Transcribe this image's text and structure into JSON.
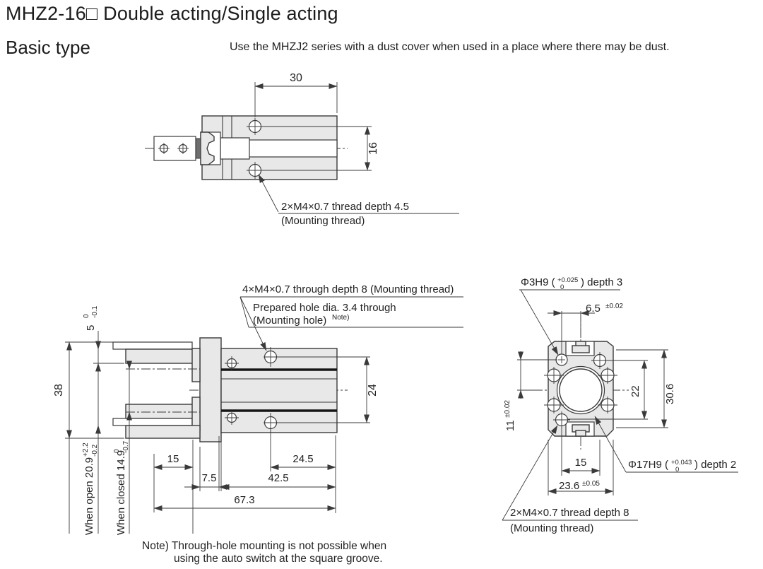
{
  "header": {
    "title": "MHZ2-16□ Double acting/Single acting",
    "basic_type": "Basic type",
    "dust_note": "Use the MHZJ2 series with a dust cover when used in a place where there may be dust."
  },
  "top_view": {
    "dim_30": "30",
    "dim_16": "16",
    "thread_line1": "2×M4×0.7 thread depth 4.5",
    "thread_line2": "(Mounting thread)"
  },
  "side_view": {
    "mount_thread_label": "4×M4×0.7 through depth 8 (Mounting thread)",
    "prepared_hole_line1": "Prepared hole dia. 3.4 through",
    "prepared_hole_line2": "(Mounting hole)",
    "prepared_hole_note_ref": "Note)",
    "dim_5": "5",
    "dim_5_tol_upper": "0",
    "dim_5_tol_lower": "-0.1",
    "dim_38": "38",
    "dim_24": "24",
    "dim_15": "15",
    "dim_7_5": "7.5",
    "dim_24_5": "24.5",
    "dim_42_5": "42.5",
    "dim_67_3": "67.3",
    "when_open": "When open 20.9",
    "when_open_tol_upper": "+2.2",
    "when_open_tol_lower": "-0.2",
    "when_closed": "When closed 14.9",
    "when_closed_tol_upper": "0",
    "when_closed_tol_lower": "-0.7"
  },
  "end_view": {
    "pin_hole_label_pre": "Φ3H9 (",
    "pin_hole_tol_upper": "+0.025",
    "pin_hole_tol_lower": "0",
    "pin_hole_label_post": ") depth 3",
    "dim_6_5": "6.5",
    "dim_6_5_tol": "±0.02",
    "dim_11": "11",
    "dim_11_tol": "±0.02",
    "dim_22": "22",
    "dim_30_6": "30.6",
    "dim_15": "15",
    "dim_23_6": "23.6",
    "dim_23_6_tol": "±0.05",
    "bore_label_pre": "Φ17H9 (",
    "bore_tol_upper": "+0.043",
    "bore_tol_lower": "0",
    "bore_label_post": ") depth 2",
    "thread_line1": "2×M4×0.7 thread depth 8",
    "thread_line2": "(Mounting thread)"
  },
  "footer": {
    "note_line1": "Note) Through-hole mounting is not possible when",
    "note_line2": "using the auto switch at the square groove."
  },
  "colors": {
    "line": "#3a3a3a",
    "body_fill": "#e8e8e8",
    "groove": "#161616",
    "text": "#232323",
    "background": "#ffffff"
  }
}
